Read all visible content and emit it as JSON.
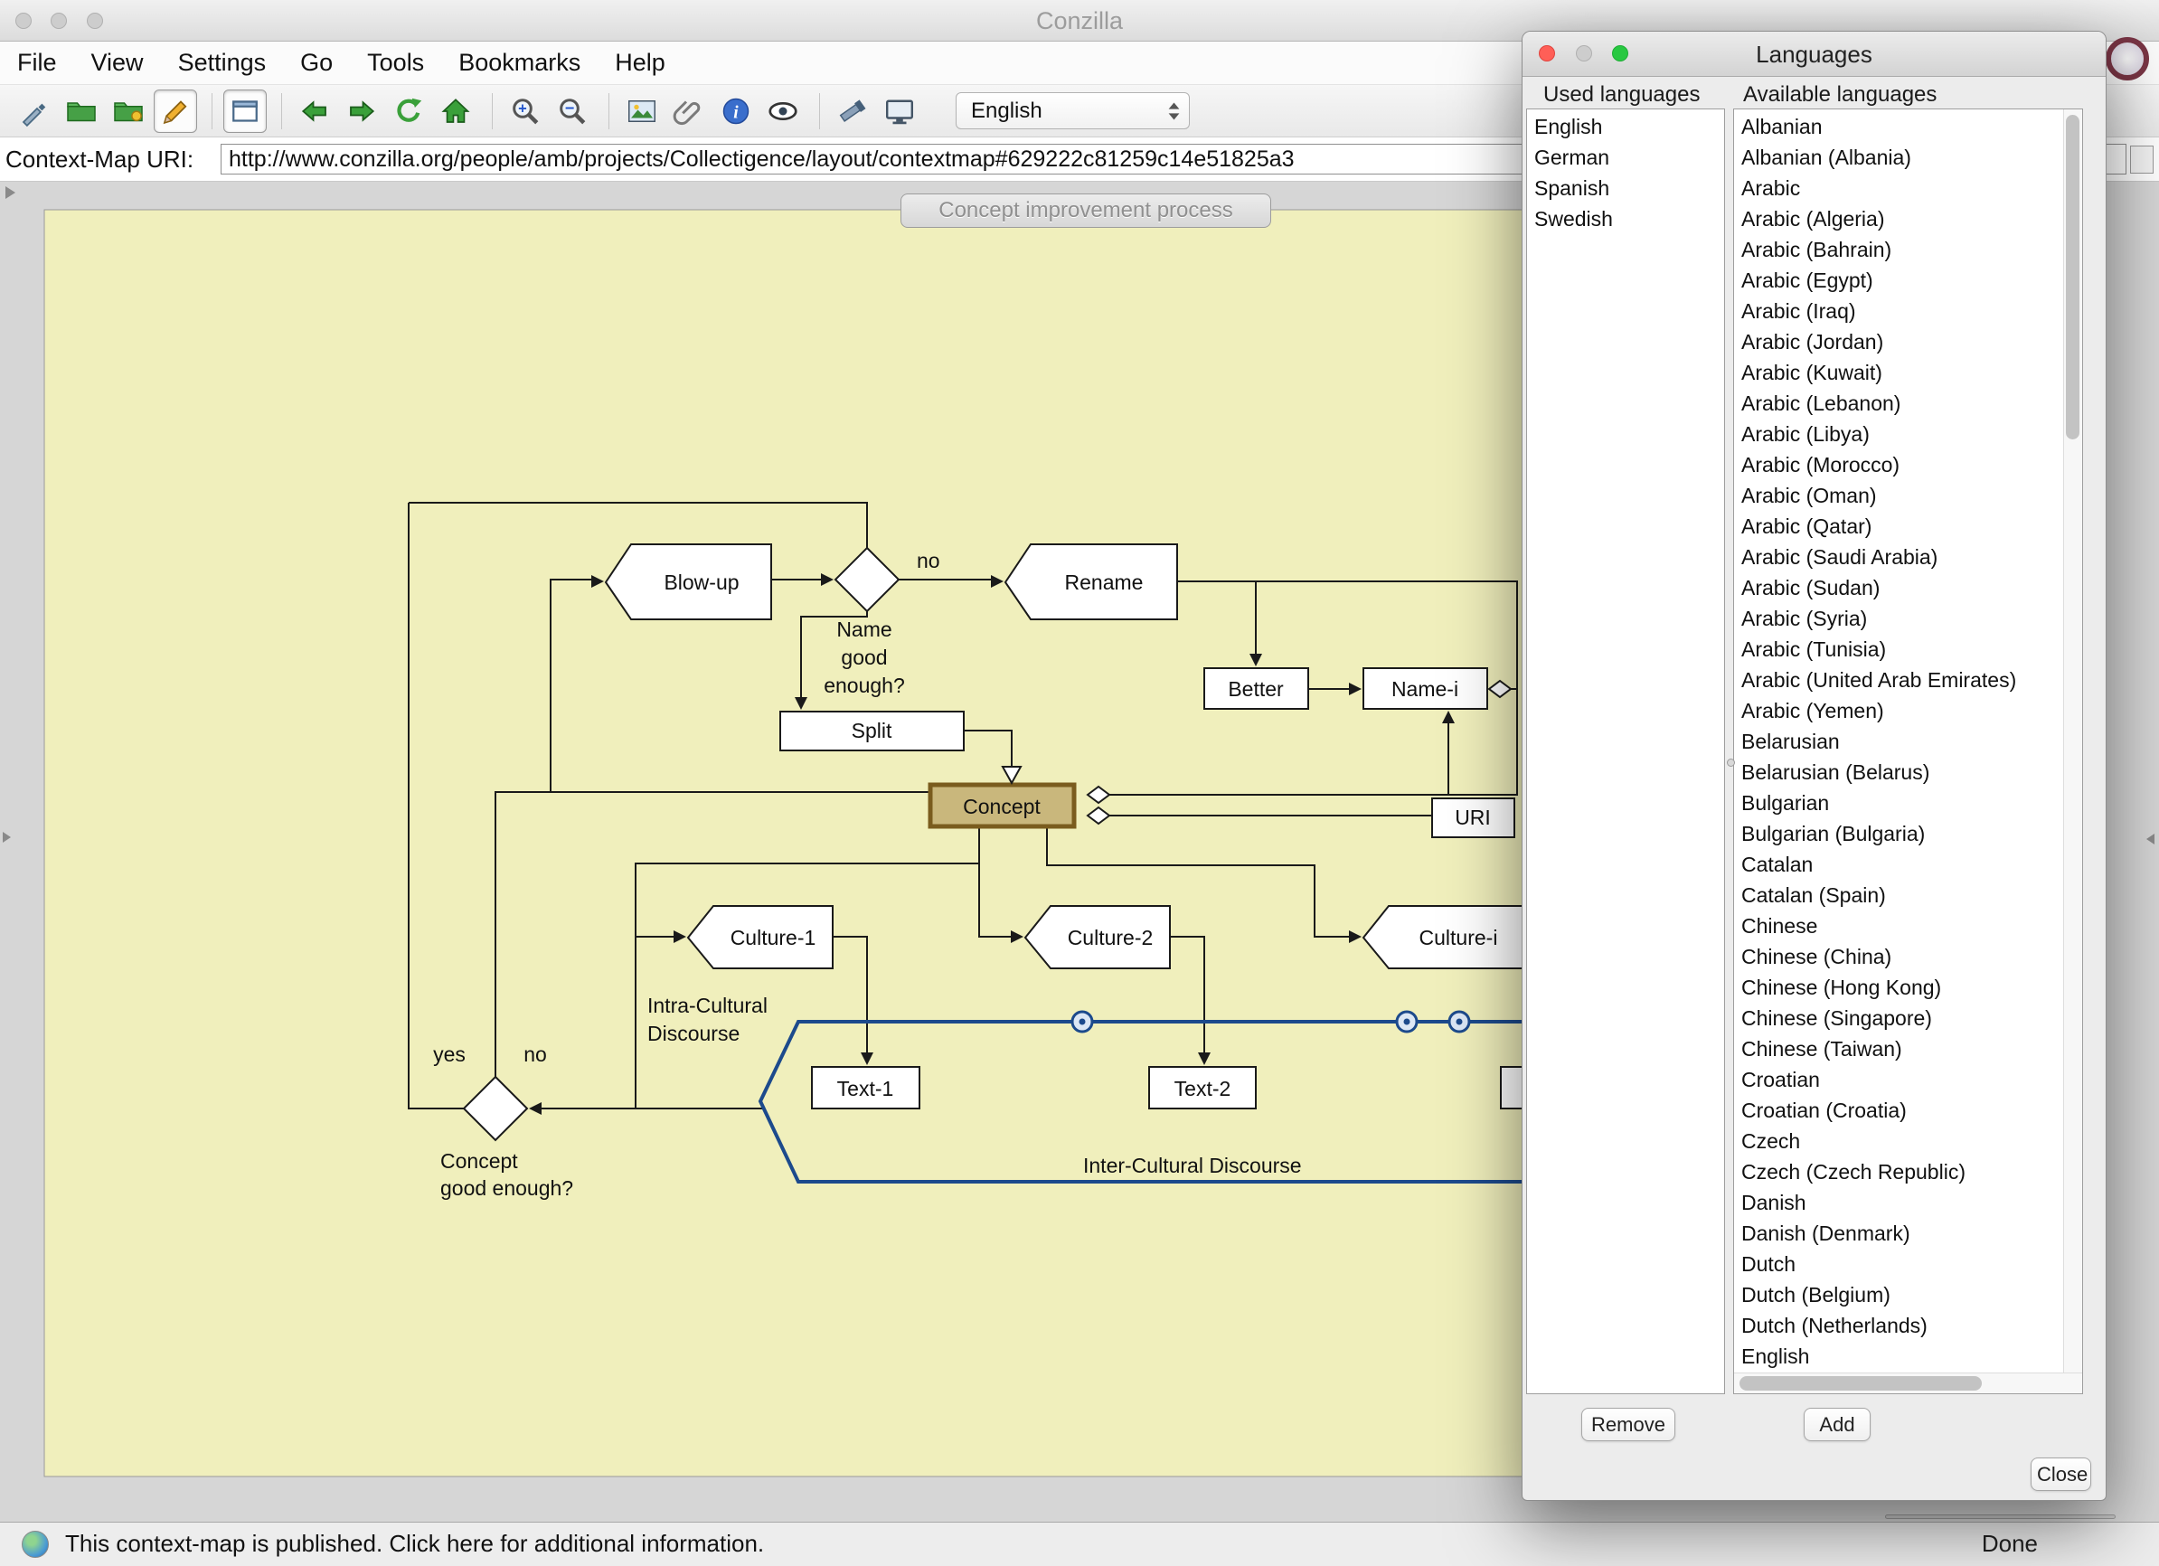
{
  "window": {
    "title": "Conzilla",
    "menu": [
      "File",
      "View",
      "Settings",
      "Go",
      "Tools",
      "Bookmarks",
      "Help"
    ],
    "language_selected": "English",
    "uri_label": "Context-Map URI:",
    "uri_value": "http://www.conzilla.org/people/amb/projects/Collectigence/layout/contextmap#629222c81259c14e51825a3",
    "status_text": "This context-map is published. Click here for additional information.",
    "status_done": "Done"
  },
  "map": {
    "tab_title": "Concept improvement process",
    "nodes": {
      "blowup": "Blow-up",
      "rename": "Rename",
      "better": "Better",
      "name_i": "Name-i",
      "split": "Split",
      "concept": "Concept",
      "uri": "URI",
      "culture1": "Culture-1",
      "culture2": "Culture-2",
      "culturei": "Culture-i",
      "text1": "Text-1",
      "text2": "Text-2"
    },
    "labels": {
      "no_top": "no",
      "yes": "yes",
      "no_bottom": "no",
      "name_q_1": "Name",
      "name_q_2": "good",
      "name_q_3": "enough?",
      "concept_q_1": "Concept",
      "concept_q_2": "good enough?",
      "intra_1": "Intra-Cultural",
      "intra_2": "Discourse",
      "inter": "Inter-Cultural Discourse"
    }
  },
  "dialog": {
    "title": "Languages",
    "used_label": "Used languages",
    "available_label": "Available languages",
    "used": [
      "English",
      "German",
      "Spanish",
      "Swedish"
    ],
    "available": [
      "Albanian",
      "Albanian (Albania)",
      "Arabic",
      "Arabic (Algeria)",
      "Arabic (Bahrain)",
      "Arabic (Egypt)",
      "Arabic (Iraq)",
      "Arabic (Jordan)",
      "Arabic (Kuwait)",
      "Arabic (Lebanon)",
      "Arabic (Libya)",
      "Arabic (Morocco)",
      "Arabic (Oman)",
      "Arabic (Qatar)",
      "Arabic (Saudi Arabia)",
      "Arabic (Sudan)",
      "Arabic (Syria)",
      "Arabic (Tunisia)",
      "Arabic (United Arab Emirates)",
      "Arabic (Yemen)",
      "Belarusian",
      "Belarusian (Belarus)",
      "Bulgarian",
      "Bulgarian (Bulgaria)",
      "Catalan",
      "Catalan (Spain)",
      "Chinese",
      "Chinese (China)",
      "Chinese (Hong Kong)",
      "Chinese (Singapore)",
      "Chinese (Taiwan)",
      "Croatian",
      "Croatian (Croatia)",
      "Czech",
      "Czech (Czech Republic)",
      "Danish",
      "Danish (Denmark)",
      "Dutch",
      "Dutch (Belgium)",
      "Dutch (Netherlands)",
      "English"
    ],
    "remove_label": "Remove",
    "add_label": "Add",
    "close_label": "Close"
  },
  "colors": {
    "canvas": "#f0efbc",
    "inter_discourse_blue": "#1c4a8c",
    "concept_border": "#7a5c1e",
    "concept_fill": "#c9b77c"
  }
}
